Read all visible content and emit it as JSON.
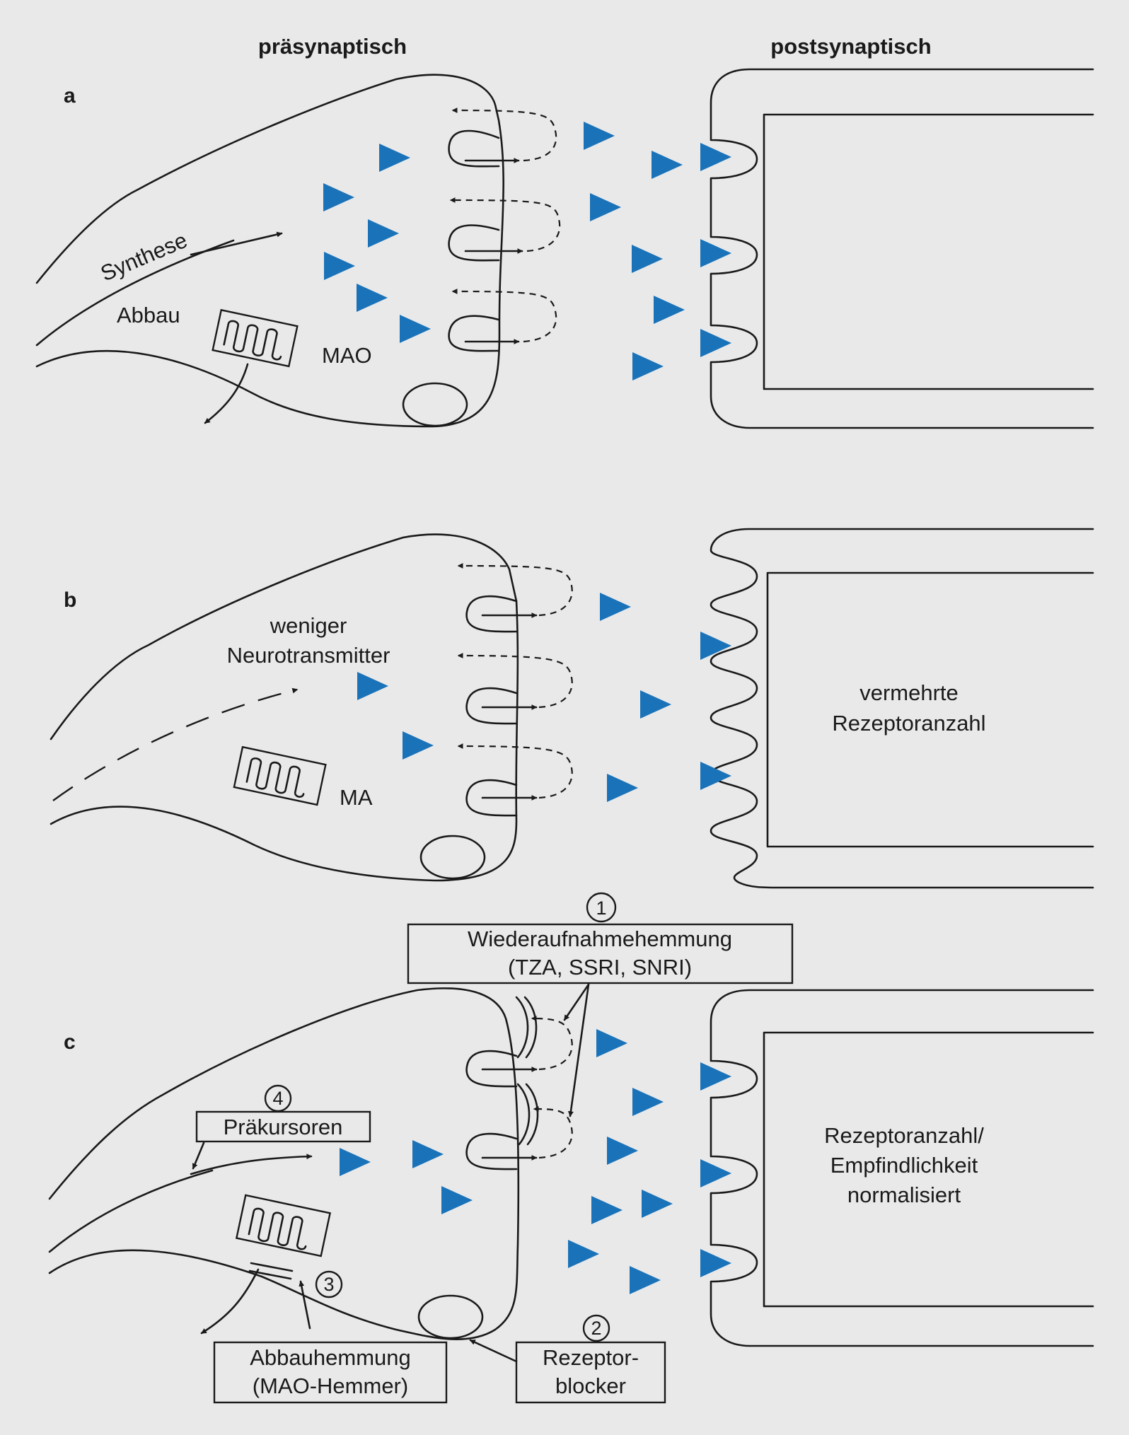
{
  "headers": {
    "pre": "präsynaptisch",
    "post": "postsynaptisch"
  },
  "panels": {
    "a": {
      "label": "a",
      "synthesis": "Synthese",
      "degradation": "Abbau",
      "enzyme": "MAO"
    },
    "b": {
      "label": "b",
      "fewer_line1": "weniger",
      "fewer_line2": "Neurotransmitter",
      "enzyme": "MA",
      "receptors_line1": "vermehrte",
      "receptors_line2": "Rezeptoranzahl"
    },
    "c": {
      "label": "c",
      "n1": "1",
      "reuptake_line1": "Wiederaufnahmehemmung",
      "reuptake_line2": "(TZA, SSRI, SNRI)",
      "n4": "4",
      "precursors": "Präkursoren",
      "n3": "3",
      "degrade_line1": "Abbauhemmung",
      "degrade_line2": "(MAO-Hemmer)",
      "n2": "2",
      "blocker_line1": "Rezeptor-",
      "blocker_line2": "blocker",
      "normal_line1": "Rezeptoranzahl/",
      "normal_line2": "Empfindlichkeit",
      "normal_line3": "normalisiert"
    }
  },
  "colors": {
    "transmitter": "#1a73b9",
    "background": "#e9e9e9",
    "line": "#1a1a1a"
  }
}
